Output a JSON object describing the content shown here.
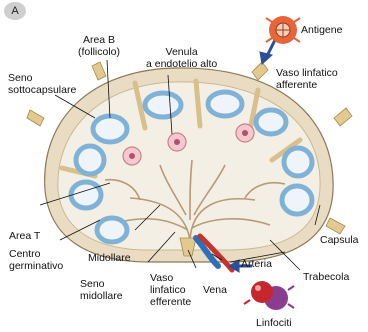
{
  "panel_letter": "A",
  "labels": {
    "area_b": "Area B\n(follicolo)",
    "venula": "Venula\na endotelio alto",
    "antigene": "Antigene",
    "seno_sottocapsulare": "Seno\nsottocapsulare",
    "vaso_afferente": "Vaso linfatico\nafferente",
    "area_t": "Area T",
    "centro_germinativo": "Centro\ngerminativo",
    "midollare": "Midollare",
    "seno_midollare": "Seno\nmidollare",
    "vaso_efferente": "Vaso\nlinfatico\nefferente",
    "vena": "Vena",
    "arteria": "Arteria",
    "capsula": "Capsula",
    "trabecola": "Trabecola",
    "linfociti": "Linfociti"
  },
  "colors": {
    "capsule": "#e9dcc2",
    "cortex": "#f4efe4",
    "follicle_ring": "#7fb2d6",
    "trabecula": "#d8c08c",
    "vein": "#2d6fb8",
    "artery": "#c8322c",
    "arrow": "#2a4f97",
    "antigen": "#e8643a",
    "lymphocyte_red": "#c6262e",
    "lymphocyte_purple": "#8a3c8f"
  }
}
